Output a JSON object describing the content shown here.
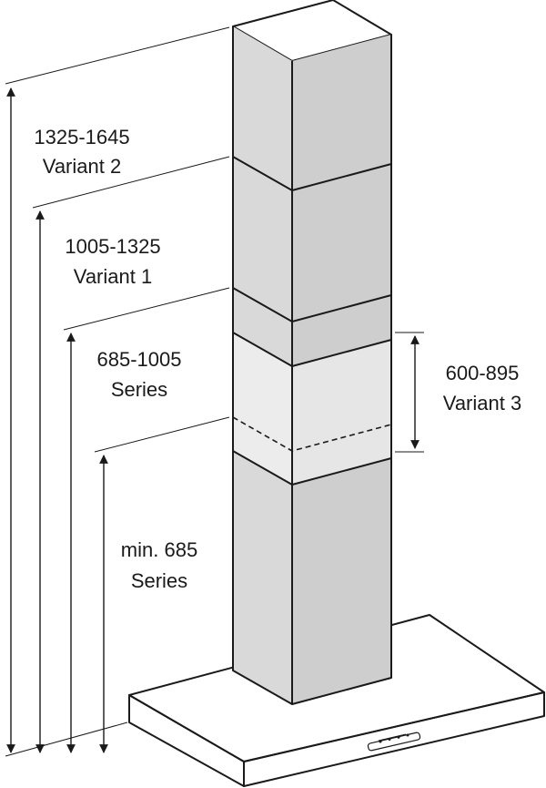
{
  "dimensions": [
    {
      "range": "1325-1645",
      "label": "Variant 2"
    },
    {
      "range": "1005-1325",
      "label": "Variant 1"
    },
    {
      "range": "685-1005",
      "label": "Series"
    },
    {
      "range": "min. 685",
      "label": "Series"
    },
    {
      "range": "600-895",
      "label": "Variant 3"
    }
  ],
  "colors": {
    "chimney_gray": "#d4d4d4",
    "chimney_front": "#dadada",
    "chimney_side": "#cfcfcf",
    "chimney_top": "#e2e2e2",
    "light_panel": "#ececec",
    "canopy": "#efefef",
    "line": "#1a1a1a"
  }
}
